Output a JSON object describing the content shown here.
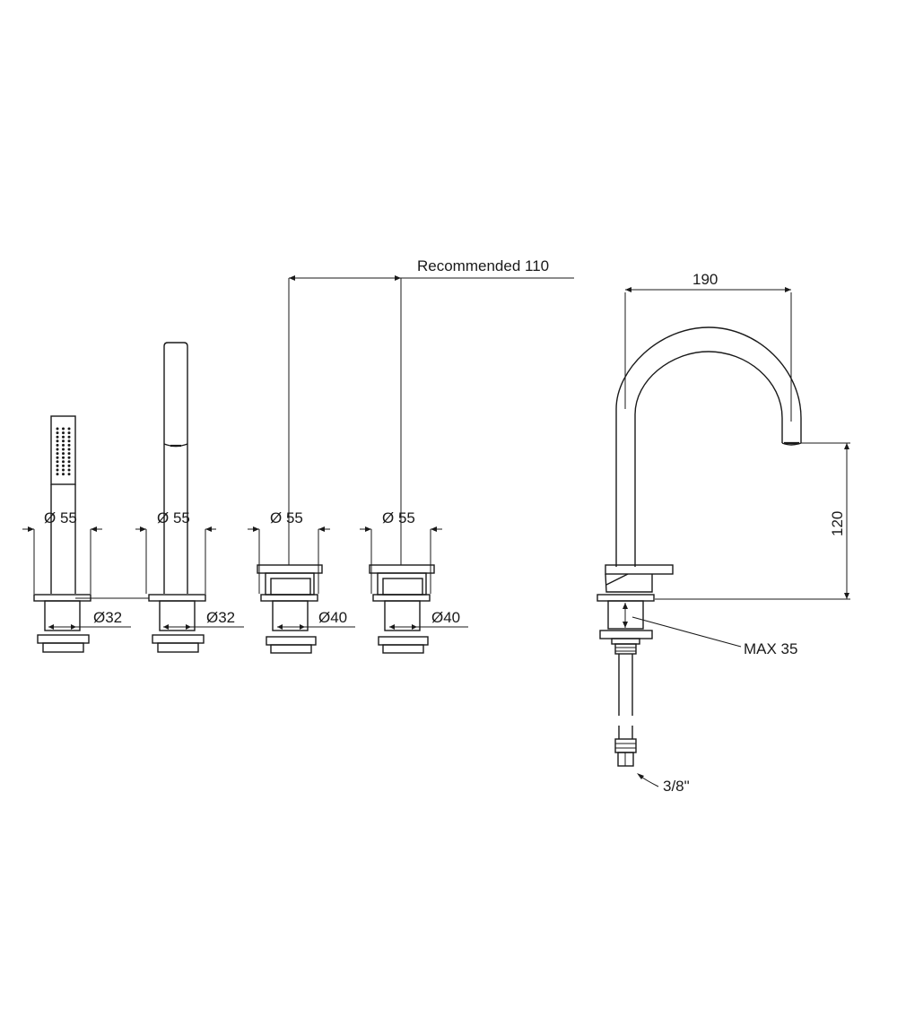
{
  "labels": {
    "recommended": "Recommended 110",
    "spout_reach": "190",
    "spout_height": "120",
    "max_thickness": "MAX 35",
    "connection": "3/8\"",
    "shower_head_dia": "Ø 55",
    "holder_dia": "Ø 55",
    "valve1_dia": "Ø 55",
    "valve2_dia": "Ø 55",
    "shower_shank": "Ø32",
    "holder_shank": "Ø32",
    "valve1_shank": "Ø40",
    "valve2_shank": "Ø40"
  }
}
